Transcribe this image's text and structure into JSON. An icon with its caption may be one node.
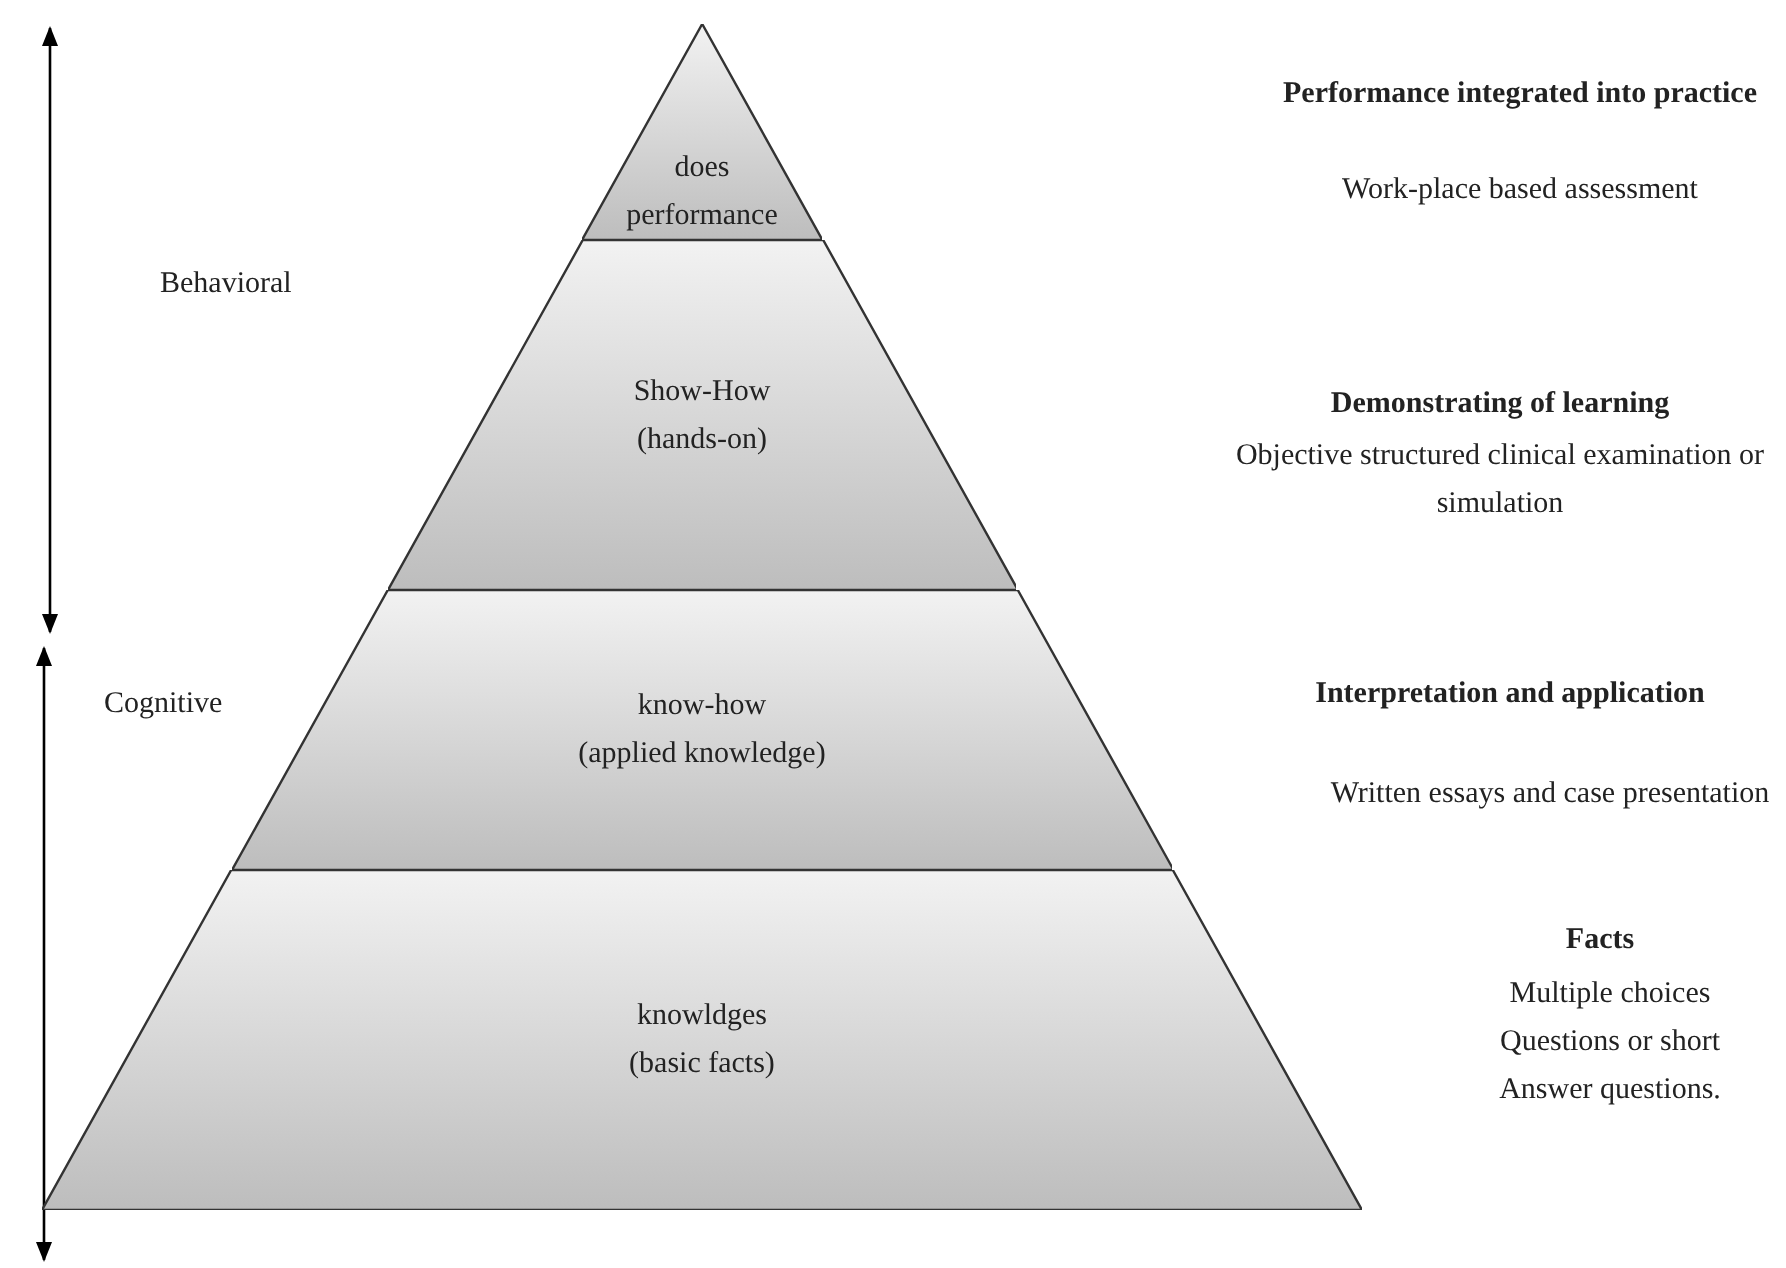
{
  "diagram": {
    "nodes": [
      {
        "text": [
          "does performance"
        ]
      },
      {
        "text": [
          "Show-How",
          "(hands-on)"
        ]
      },
      {
        "text": [
          "know-how",
          "(applied knowledge)"
        ]
      },
      {
        "text": [
          "knowldges",
          "(basic facts)"
        ]
      }
    ],
    "labels": [
      "Performance integrated into practice",
      "Work-place based assessment",
      "Behavioral",
      "Demonstrating of learning",
      "Objective structured clinical examination or simulation",
      "Cognitive",
      "Interpretation and application",
      "Written essays and case presentation",
      "Facts",
      "Multiple choices Questions or short Answer questions."
    ]
  }
}
